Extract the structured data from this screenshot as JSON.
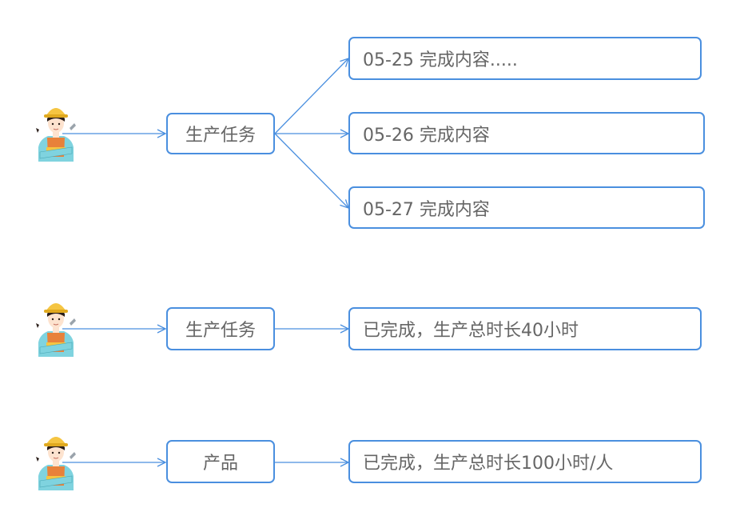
{
  "colors": {
    "border": "#4a8fdf",
    "edge": "#4a8fdf",
    "text": "#666666",
    "helmet": "#f5c542",
    "shirt": "#7fd3df",
    "vest": "#e8813a",
    "skin": "#fde3cf",
    "hair": "#2b1f1a"
  },
  "icons": [
    "worker-icon",
    "arrow-head"
  ],
  "diagram": {
    "row1": {
      "task": "生产任务",
      "items": [
        "05-25  完成内容.....",
        "05-26  完成内容",
        "05-27  完成内容"
      ]
    },
    "row2": {
      "task": "生产任务",
      "result": "已完成，生产总时长40小时"
    },
    "row3": {
      "task": "产品",
      "result": "已完成，生产总时长100小时/人"
    }
  }
}
